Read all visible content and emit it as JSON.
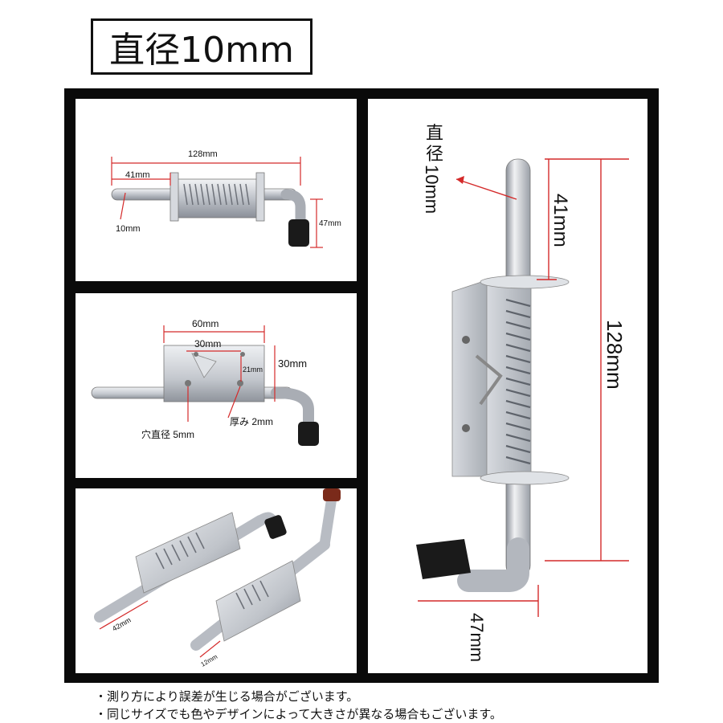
{
  "title": "直径10mm",
  "panel1": {
    "total": "128mm",
    "pin": "41mm",
    "dia": "10mm",
    "height": "47mm"
  },
  "panel2": {
    "width": "60mm",
    "hole_spacing": "30mm",
    "hole_h": "21mm",
    "height": "30mm",
    "hole_dia": "穴直径 5mm",
    "thickness": "厚み 2mm"
  },
  "panel3": {
    "pin_a": "42mm",
    "pin_b": "12mm"
  },
  "panel4": {
    "dia_a": "直",
    "dia_b": "径",
    "dia_c": "10mm",
    "pin": "41mm",
    "total": "128mm",
    "width": "47mm"
  },
  "notes": [
    "・測り方により誤差が生じる場合がございます。",
    "・同じサイズでも色やデザインによって大きさが異なる場合もございます。"
  ],
  "colors": {
    "dim_line": "#d42a2a",
    "metal": "#c9ccd2",
    "metal_dark": "#8a8f98",
    "rubber": "#1a1a1a",
    "frame": "#0a0a0a"
  }
}
